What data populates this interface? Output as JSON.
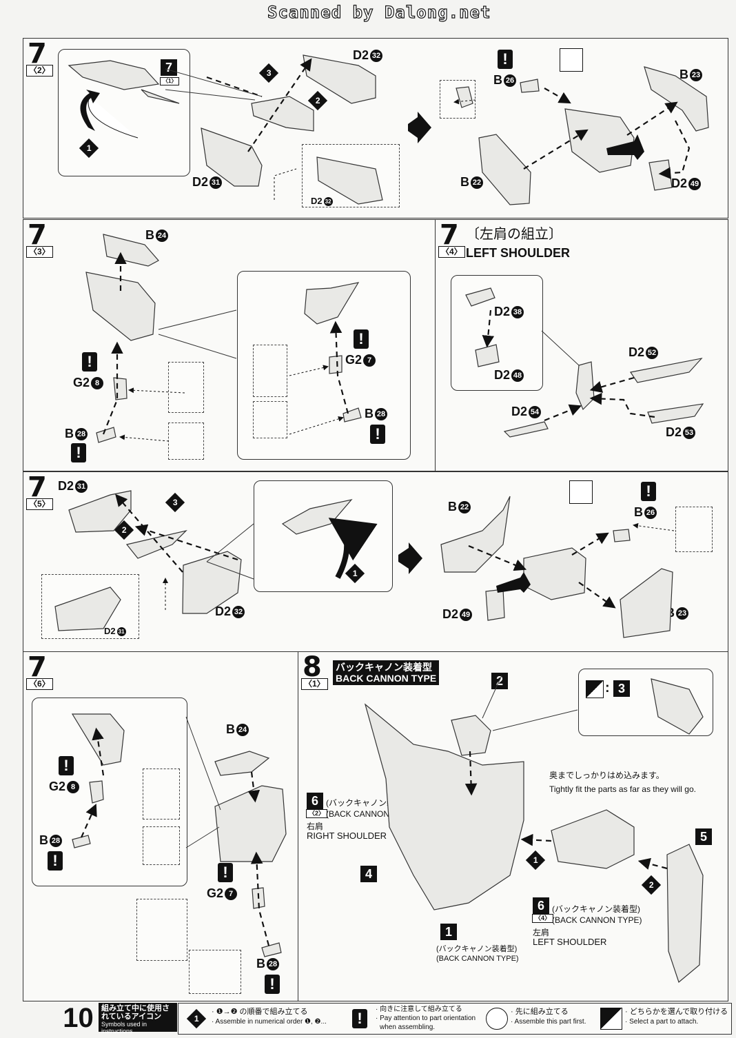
{
  "header": {
    "scan_credit": "Scanned by Dalong.net"
  },
  "page_number": "10",
  "step7_2": {
    "step": "7",
    "sub": "〈2〉",
    "inset_step": "7",
    "inset_sub": "〈1〉",
    "parts": [
      "D2",
      "32",
      "D2",
      "31",
      "D2",
      "32",
      "B",
      "26",
      "B",
      "23",
      "B",
      "22",
      "D2",
      "49"
    ],
    "order": [
      "1",
      "2",
      "3"
    ]
  },
  "step7_3": {
    "step": "7",
    "sub": "〈3〉",
    "parts": {
      "b24": [
        "B",
        "24"
      ],
      "g2_8": [
        "G2",
        "8"
      ],
      "b28a": [
        "B",
        "28"
      ],
      "g2_7": [
        "G2",
        "7"
      ],
      "b28b": [
        "B",
        "28"
      ]
    }
  },
  "step7_4": {
    "step": "7",
    "sub": "〈4〉",
    "title_jp": "〔左肩の組立〕",
    "title_en": "LEFT SHOULDER",
    "parts": {
      "d2_38": [
        "D2",
        "38"
      ],
      "d2_48": [
        "D2",
        "48"
      ],
      "d2_52": [
        "D2",
        "52"
      ],
      "d2_54": [
        "D2",
        "54"
      ],
      "d2_53": [
        "D2",
        "53"
      ]
    }
  },
  "step7_5": {
    "step": "7",
    "sub": "〈5〉",
    "parts": {
      "d2_31": [
        "D2",
        "31"
      ],
      "d2_32": [
        "D2",
        "32"
      ],
      "d2_31s": [
        "D2",
        "31"
      ],
      "b22": [
        "B",
        "22"
      ],
      "b26": [
        "B",
        "26"
      ],
      "d2_49": [
        "D2",
        "49"
      ],
      "b23": [
        "B",
        "23"
      ]
    },
    "order": [
      "1",
      "2",
      "3"
    ]
  },
  "step7_6": {
    "step": "7",
    "sub": "〈6〉",
    "parts": {
      "b24": [
        "B",
        "24"
      ],
      "g2_8": [
        "G2",
        "8"
      ],
      "b28a": [
        "B",
        "28"
      ],
      "g2_7": [
        "G2",
        "7"
      ],
      "b28b": [
        "B",
        "28"
      ]
    }
  },
  "step8_1": {
    "step": "8",
    "sub": "〈1〉",
    "title_jp": "バックキャノン装着型",
    "title_en": "BACK CANNON TYPE",
    "select_label": "3",
    "note_jp": "奥までしっかりはめ込みます。",
    "note_en": "Tightly fit the parts as far as they will go.",
    "labels": {
      "ref6_2": "6",
      "ref6_2_sub": "〈2〉",
      "ref6_2_jp": "(バックキャノン装着型)",
      "ref6_2_en": "(BACK CANNON TYPE)",
      "right_jp": "右肩",
      "right_en": "RIGHT SHOULDER",
      "ref6_4": "6",
      "ref6_4_sub": "〈4〉",
      "ref6_4_jp": "(バックキャノン装着型)",
      "ref6_4_en": "(BACK CANNON TYPE)",
      "left_jp": "左肩",
      "left_en": "LEFT SHOULDER",
      "ref1_jp": "(バックキャノン装着型)",
      "ref1_en": "(BACK CANNON TYPE)"
    },
    "boxes": [
      "1",
      "2",
      "4",
      "5"
    ],
    "order": [
      "1",
      "2"
    ]
  },
  "footer": {
    "legend_jp": "組み立て中に使用されているアイコン",
    "legend_en": "Symbols used in instructions",
    "icon1_jp": "· ❶→❷ の順番で組み立てる",
    "icon1_en": "· Assemble in numerical order ❶, ❷...",
    "icon2_jp": "· 向きに注意して組み立てる",
    "icon2_en1": "· Pay attention to part orientation",
    "icon2_en2": "when assembling.",
    "icon3_jp": "· 先に組み立てる",
    "icon3_en": "· Assemble this part first.",
    "icon4_jp": "· どちらかを選んで取り付ける",
    "icon4_en": "· Select a part to attach."
  }
}
